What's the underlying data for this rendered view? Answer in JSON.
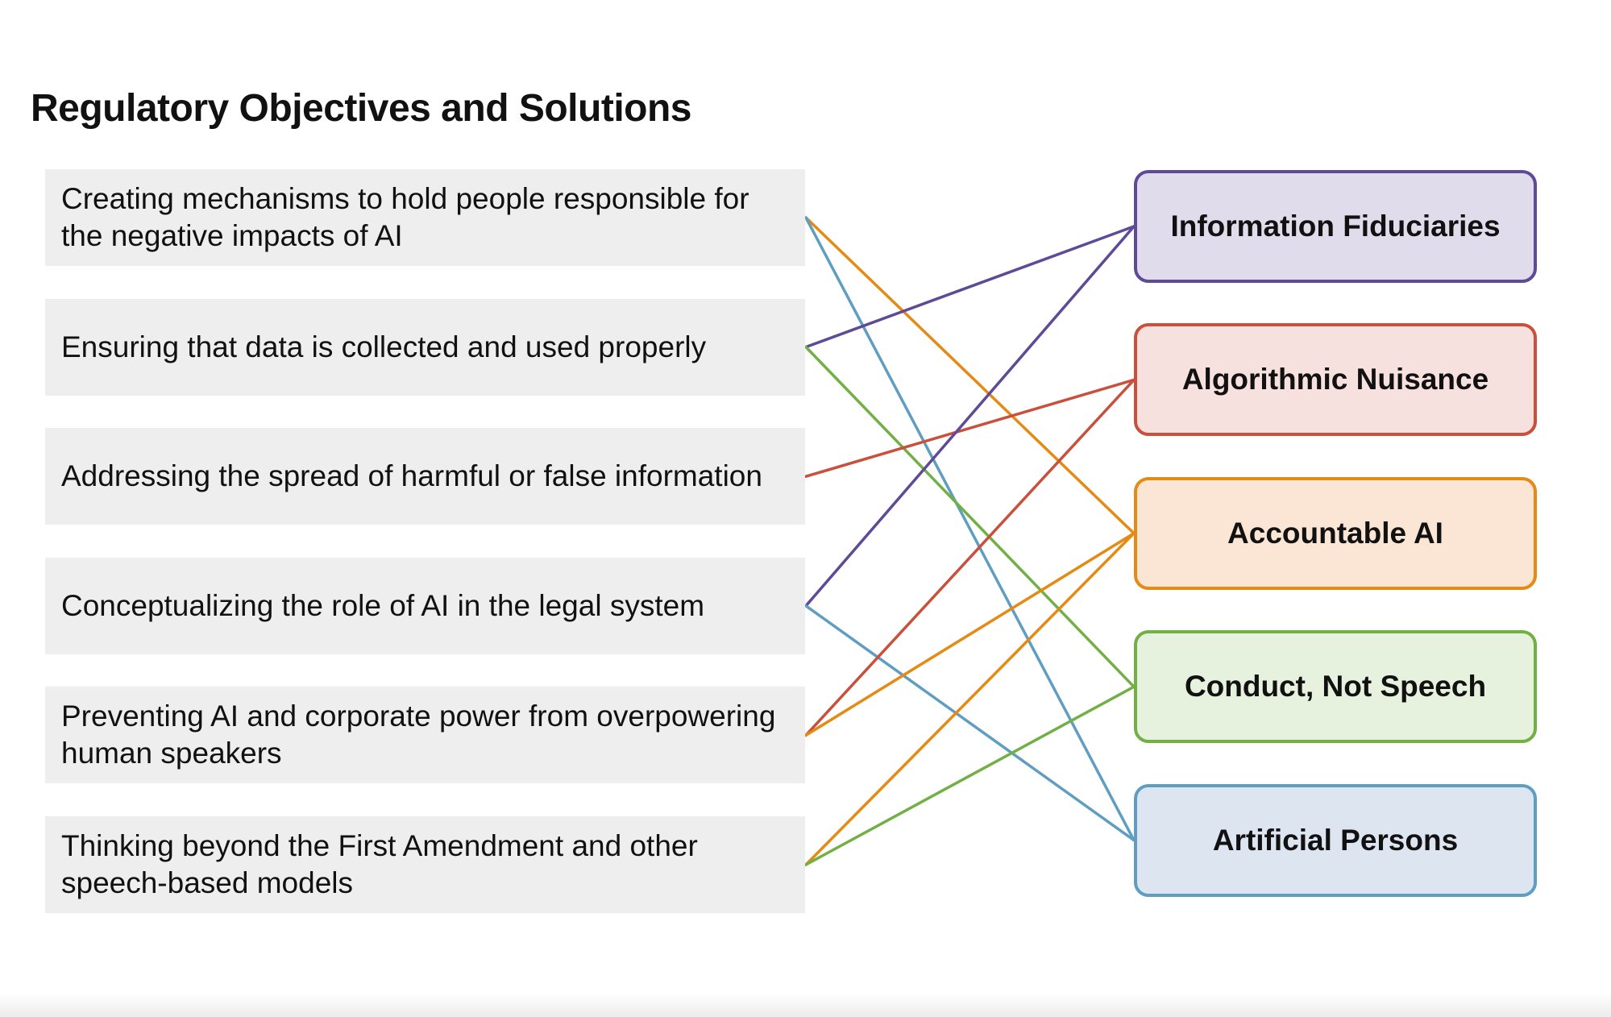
{
  "title": "Regulatory Objectives and Solutions",
  "objectives": [
    {
      "id": "o1",
      "text": "Creating mechanisms to hold people responsible for the negative impacts of AI"
    },
    {
      "id": "o2",
      "text": "Ensuring that data is collected and used properly"
    },
    {
      "id": "o3",
      "text": "Addressing the spread of harmful or false information"
    },
    {
      "id": "o4",
      "text": "Conceptualizing the role of AI in the legal system"
    },
    {
      "id": "o5",
      "text": "Preventing AI and corporate power from overpowering human speakers"
    },
    {
      "id": "o6",
      "text": "Thinking beyond the First Amendment and other speech-based models"
    }
  ],
  "solutions": [
    {
      "id": "s1",
      "label": "Information Fiduciaries",
      "border": "#5e4a96",
      "fill": "#e1dcec"
    },
    {
      "id": "s2",
      "label": "Algorithmic Nuisance",
      "border": "#c9503c",
      "fill": "#f7e1df"
    },
    {
      "id": "s3",
      "label": "Accountable AI",
      "border": "#e58a12",
      "fill": "#fbe6d5"
    },
    {
      "id": "s4",
      "label": "Conduct, Not Speech",
      "border": "#72b045",
      "fill": "#e6f2dd"
    },
    {
      "id": "s5",
      "label": "Artificial Persons",
      "border": "#5f9ec0",
      "fill": "#dde6f0"
    }
  ],
  "links": [
    {
      "from": "o1",
      "to": "s3"
    },
    {
      "from": "o1",
      "to": "s5"
    },
    {
      "from": "o2",
      "to": "s1"
    },
    {
      "from": "o2",
      "to": "s4"
    },
    {
      "from": "o3",
      "to": "s2"
    },
    {
      "from": "o4",
      "to": "s1"
    },
    {
      "from": "o4",
      "to": "s5"
    },
    {
      "from": "o5",
      "to": "s2"
    },
    {
      "from": "o5",
      "to": "s3"
    },
    {
      "from": "o6",
      "to": "s3"
    },
    {
      "from": "o6",
      "to": "s4"
    }
  ]
}
